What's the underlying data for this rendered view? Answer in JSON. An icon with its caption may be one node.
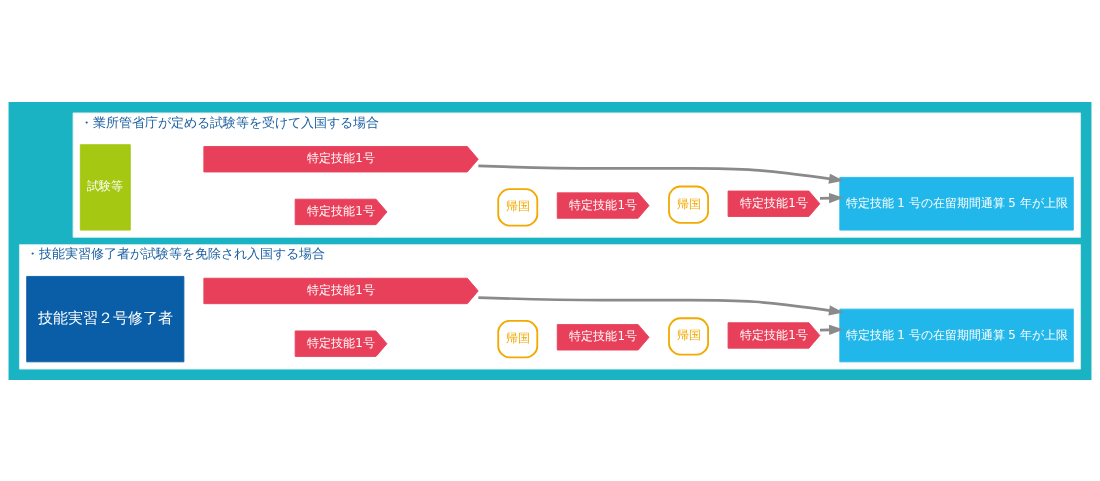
{
  "diagram": {
    "nodes": [
      {
        "text": [
          "・業所管省庁が定める試験等を受けて入国する場合"
        ]
      },
      {
        "text": [
          "試験等"
        ],
        "in": 0
      },
      {
        "text": [
          "特定技能1号"
        ],
        "in": 0
      },
      {
        "text": [
          "特定技能1号"
        ],
        "in": 0
      },
      {
        "text": [
          "帰国"
        ],
        "in": 0
      },
      {
        "text": [
          "特定技能1号"
        ],
        "in": 0
      },
      {
        "text": [
          "帰国"
        ],
        "in": 0
      },
      {
        "text": [
          "特定技能1号"
        ],
        "in": 0
      },
      {
        "text": [
          "特定技能 1 号の在留期間通算 5 年が上限"
        ],
        "in": 0
      },
      {
        "text": [
          "・技能実習修了者が試験等を免除され入国する場合"
        ]
      },
      {
        "text": [
          "技能実習２号修了者"
        ],
        "in": 9
      },
      {
        "text": [
          "特定技能1号"
        ],
        "in": 9
      },
      {
        "text": [
          "特定技能1号"
        ],
        "in": 9
      },
      {
        "text": [
          "帰国"
        ],
        "in": 9
      },
      {
        "text": [
          "特定技能1号"
        ],
        "in": 9
      },
      {
        "text": [
          "帰国"
        ],
        "in": 9
      },
      {
        "text": [
          "特定技能1号"
        ],
        "in": 9
      },
      {
        "text": [
          "特定技能 1 号の在留期間通算 5 年が上限"
        ],
        "in": 9
      }
    ],
    "edges": [
      {
        "from": 2,
        "to": 8,
        "arrow": "to"
      },
      {
        "from": 7,
        "to": 8,
        "arrow": "to"
      },
      {
        "from": 11,
        "to": 17,
        "arrow": "to"
      },
      {
        "from": 16,
        "to": 17,
        "arrow": "to"
      }
    ]
  }
}
